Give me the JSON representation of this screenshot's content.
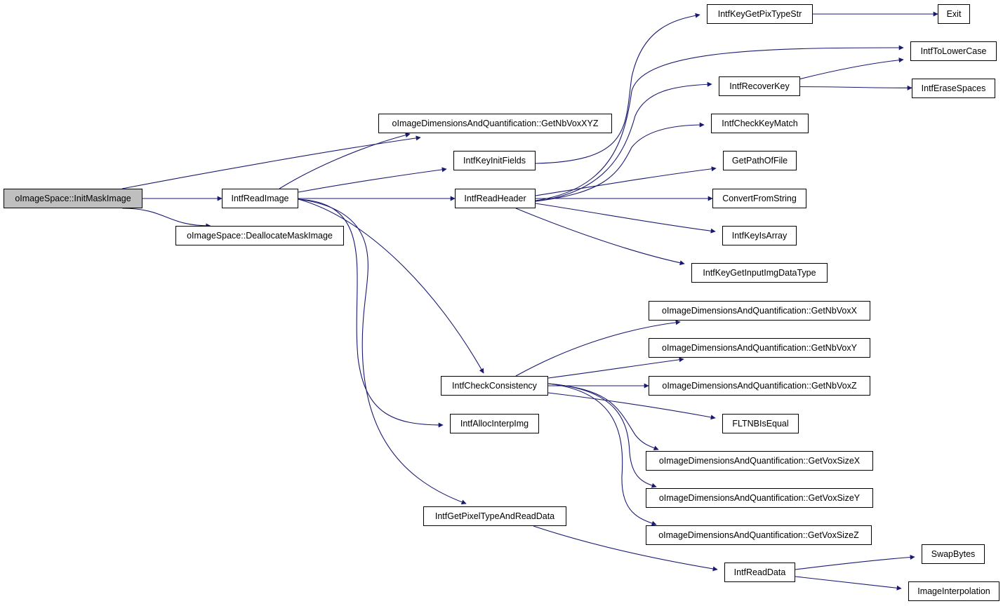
{
  "graph": {
    "edge_color": "#191970",
    "root_fill": "#bfbfbf",
    "nodes": [
      {
        "id": "n0",
        "label": "oImageSpace::InitMaskImage"
      },
      {
        "id": "n1",
        "label": "oImageDimensionsAndQuantification::GetNbVoxXYZ"
      },
      {
        "id": "n2",
        "label": "IntfReadImage"
      },
      {
        "id": "n3",
        "label": "oImageSpace::DeallocateMaskImage"
      },
      {
        "id": "n4",
        "label": "IntfKeyInitFields"
      },
      {
        "id": "n5",
        "label": "IntfReadHeader"
      },
      {
        "id": "n6",
        "label": "IntfCheckConsistency"
      },
      {
        "id": "n7",
        "label": "IntfAllocInterpImg"
      },
      {
        "id": "n8",
        "label": "IntfGetPixelTypeAndReadData"
      },
      {
        "id": "n9",
        "label": "IntfKeyGetPixTypeStr"
      },
      {
        "id": "n10",
        "label": "Exit"
      },
      {
        "id": "n11",
        "label": "IntfToLowerCase"
      },
      {
        "id": "n12",
        "label": "IntfRecoverKey"
      },
      {
        "id": "n13",
        "label": "IntfEraseSpaces"
      },
      {
        "id": "n14",
        "label": "IntfCheckKeyMatch"
      },
      {
        "id": "n15",
        "label": "GetPathOfFile"
      },
      {
        "id": "n16",
        "label": "ConvertFromString"
      },
      {
        "id": "n17",
        "label": "IntfKeyIsArray"
      },
      {
        "id": "n18",
        "label": "IntfKeyGetInputImgDataType"
      },
      {
        "id": "n19",
        "label": "oImageDimensionsAndQuantification::GetNbVoxX"
      },
      {
        "id": "n20",
        "label": "oImageDimensionsAndQuantification::GetNbVoxY"
      },
      {
        "id": "n21",
        "label": "oImageDimensionsAndQuantification::GetNbVoxZ"
      },
      {
        "id": "n22",
        "label": "FLTNBIsEqual"
      },
      {
        "id": "n23",
        "label": "oImageDimensionsAndQuantification::GetVoxSizeX"
      },
      {
        "id": "n24",
        "label": "oImageDimensionsAndQuantification::GetVoxSizeY"
      },
      {
        "id": "n25",
        "label": "oImageDimensionsAndQuantification::GetVoxSizeZ"
      },
      {
        "id": "n26",
        "label": "IntfReadData"
      },
      {
        "id": "n27",
        "label": "SwapBytes"
      },
      {
        "id": "n28",
        "label": "ImageInterpolation"
      }
    ],
    "edges": [
      [
        "n0",
        "n1"
      ],
      [
        "n0",
        "n2"
      ],
      [
        "n0",
        "n3"
      ],
      [
        "n2",
        "n1"
      ],
      [
        "n2",
        "n4"
      ],
      [
        "n2",
        "n5"
      ],
      [
        "n2",
        "n6"
      ],
      [
        "n2",
        "n7"
      ],
      [
        "n2",
        "n8"
      ],
      [
        "n4",
        "n9"
      ],
      [
        "n9",
        "n10"
      ],
      [
        "n5",
        "n11"
      ],
      [
        "n5",
        "n12"
      ],
      [
        "n5",
        "n14"
      ],
      [
        "n5",
        "n15"
      ],
      [
        "n5",
        "n16"
      ],
      [
        "n5",
        "n17"
      ],
      [
        "n5",
        "n18"
      ],
      [
        "n12",
        "n11"
      ],
      [
        "n12",
        "n13"
      ],
      [
        "n6",
        "n19"
      ],
      [
        "n6",
        "n20"
      ],
      [
        "n6",
        "n21"
      ],
      [
        "n6",
        "n22"
      ],
      [
        "n6",
        "n23"
      ],
      [
        "n6",
        "n24"
      ],
      [
        "n6",
        "n25"
      ],
      [
        "n8",
        "n26"
      ],
      [
        "n26",
        "n27"
      ],
      [
        "n26",
        "n28"
      ]
    ]
  }
}
